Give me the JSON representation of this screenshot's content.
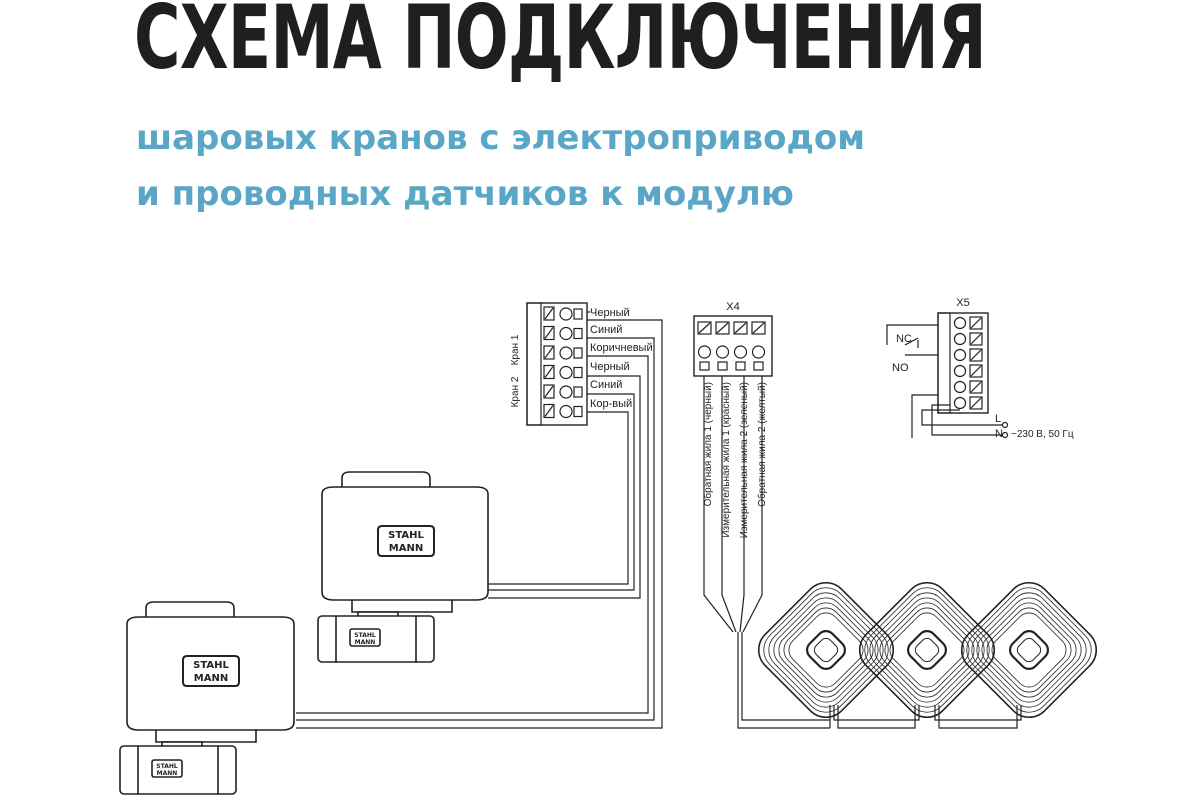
{
  "title": "СХЕМА ПОДКЛЮЧЕНИЯ",
  "subtitle_line1": "шаровых кранов с электроприводом",
  "subtitle_line2": "и проводных датчиков к модулю",
  "valve_terminal": {
    "group1": "Кран 1",
    "group2": "Кран 2",
    "wires": [
      "Черный",
      "Синий",
      "Коричневый",
      "Черный",
      "Синий",
      "Кор-вый"
    ]
  },
  "x4": {
    "label": "X4",
    "wires": [
      "Обратная жила 1 (черный)",
      "Измерительная жила 1 (красный)",
      "Измерительная жила 2 (зеленый)",
      "Обратная жила 2 (желтый)"
    ]
  },
  "x5": {
    "label": "X5",
    "nc": "NC",
    "no": "NO",
    "l": "L",
    "n": "N",
    "power": "~230 В, 50 Гц"
  },
  "brand": {
    "line1": "STAHL",
    "line2": "MANN"
  },
  "colors": {
    "title": "#1f1f1f",
    "subtitle": "#5aa6c6",
    "line": "#222222"
  }
}
